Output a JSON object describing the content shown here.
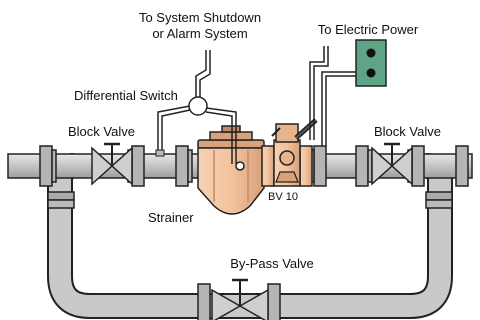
{
  "labels": {
    "system_shutdown_line1": "To System Shutdown",
    "system_shutdown_line2": "or Alarm System",
    "electric_power": "To Electric Power",
    "differential_switch": "Differential Switch",
    "block_valve_left": "Block Valve",
    "block_valve_right": "Block Valve",
    "strainer": "Strainer",
    "bv10": "BV 10",
    "bypass_valve": "By-Pass Valve"
  },
  "colors": {
    "pipe_fill": "#c9c9c9",
    "pipe_stroke": "#222222",
    "strainer_fill": "#f2c6a2",
    "junction_box_fill": "#5ea486"
  }
}
